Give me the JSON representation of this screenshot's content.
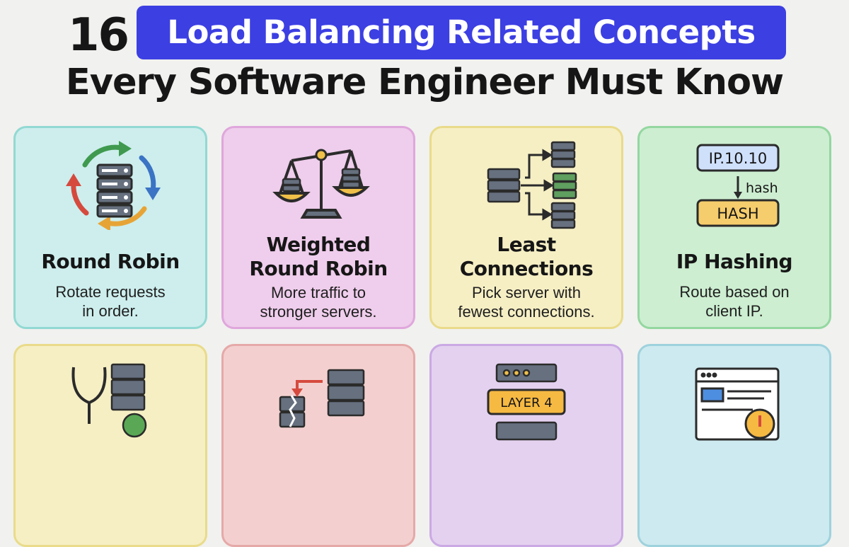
{
  "header": {
    "number": "16",
    "highlight": "Load Balancing Related Concepts",
    "subtitle": "Every Software Engineer Must Know"
  },
  "colors": {
    "highlight_bg": "#3c3fe2",
    "teal": "#cdeeed",
    "pink": "#efcdec",
    "yellow": "#f6efc4",
    "green": "#cdeed1",
    "rose": "#f3d0cf",
    "violet": "#e4d1f0",
    "light_blue": "#cdeaf0"
  },
  "cards": [
    {
      "title": "Round Robin",
      "description": [
        "Rotate requests",
        "in order."
      ],
      "icons": [
        "server-stack-icon",
        "circular-arrows-icon"
      ]
    },
    {
      "title": [
        "Weighted",
        "Round Robin"
      ],
      "description": [
        "More traffic to",
        "stronger servers."
      ],
      "icons": [
        "balance-scale-icon",
        "server-icon"
      ]
    },
    {
      "title": [
        "Least",
        "Connections"
      ],
      "description": [
        "Pick server with",
        "fewest connections."
      ],
      "icons": [
        "server-icon",
        "branching-arrows-icon"
      ]
    },
    {
      "title": "IP Hashing",
      "description": [
        "Route based on",
        "client IP."
      ],
      "diagram": {
        "ip": "IP.10.10",
        "arrow_label": "hash",
        "result": "HASH"
      }
    },
    {
      "icons": [
        "stethoscope-icon",
        "server-icon",
        "checkmark-icon"
      ]
    },
    {
      "icons": [
        "broken-server-icon",
        "failover-arrow-icon",
        "server-icon"
      ]
    },
    {
      "icons": [
        "server-icon"
      ],
      "label": "LAYER 4"
    },
    {
      "icons": [
        "browser-window-icon",
        "warning-icon"
      ]
    }
  ]
}
